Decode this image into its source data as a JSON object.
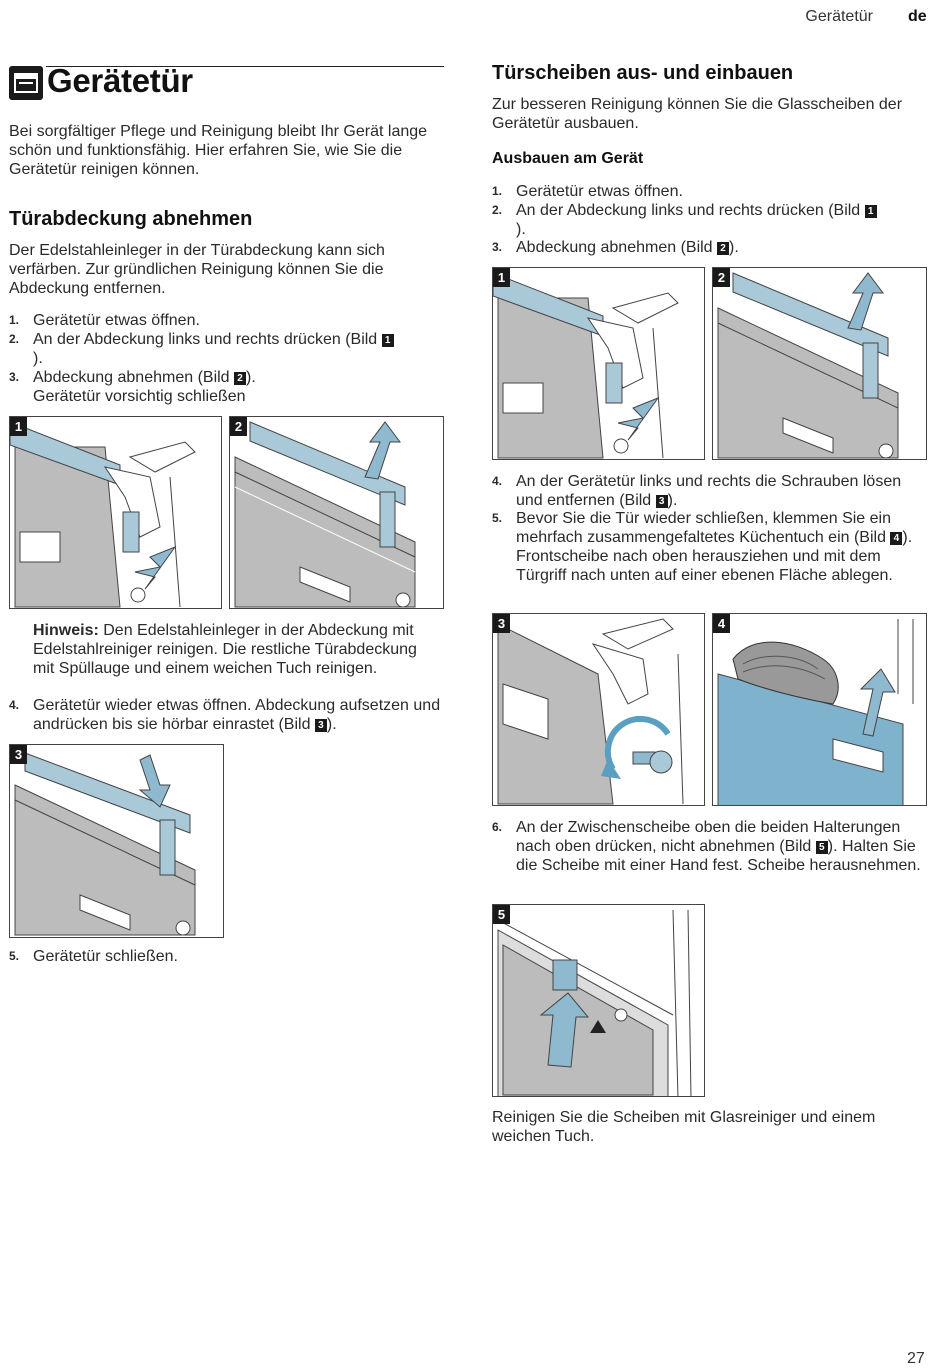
{
  "header": {
    "title": "Gerätetür",
    "lang": "de"
  },
  "page_number": "27",
  "left": {
    "section_icon": "oven-door-icon",
    "title": "Gerätetür",
    "intro": "Bei sorgfältiger Pflege und Reinigung bleibt Ihr Gerät lange schön und funktionsfähig. Hier erfahren Sie, wie Sie die Gerätetür reinigen können.",
    "subsection_title": "Türabdeckung abnehmen",
    "subsection_intro": "Der Edelstahleinleger in der Türabdeckung kann sich verfärben. Zur gründlichen Reinigung können Sie die Abdeckung entfernen.",
    "steps_a": [
      {
        "num": "1.",
        "text": "Gerätetür etwas öffnen."
      },
      {
        "num": "2.",
        "pre": "An der Abdeckung links und rechts drücken (Bild ",
        "ref": "1",
        "post": ")."
      },
      {
        "num": "3.",
        "pre": "Abdeckung abnehmen (Bild ",
        "ref": "2",
        "post": ").",
        "extra": "Gerätetür vorsichtig schließen"
      }
    ],
    "figures_a": [
      "1",
      "2"
    ],
    "note_label": "Hinweis:",
    "note_text": " Den Edelstahleinleger in der Abdeckung mit Edelstahlreiniger reinigen. Die restliche Türabdeckung mit Spüllauge und einem weichen Tuch reinigen.",
    "step4": {
      "num": "4.",
      "pre": "Gerätetür wieder etwas öffnen. Abdeckung aufsetzen und andrücken bis sie hörbar einrastet (Bild ",
      "ref": "3",
      "post": ")."
    },
    "figure_b": "3",
    "step5": {
      "num": "5.",
      "text": "Gerätetür schließen."
    }
  },
  "right": {
    "title": "Türscheiben aus- und einbauen",
    "intro": "Zur besseren Reinigung können Sie die Glasscheiben der Gerätetür ausbauen.",
    "subtitle": "Ausbauen am Gerät",
    "steps_a": [
      {
        "num": "1.",
        "text": "Gerätetür etwas öffnen."
      },
      {
        "num": "2.",
        "pre": "An der Abdeckung links und rechts drücken (Bild ",
        "ref": "1",
        "post": ")."
      },
      {
        "num": "3.",
        "pre": "Abdeckung abnehmen (Bild ",
        "ref": "2",
        "post": ")."
      }
    ],
    "figures_a": [
      "1",
      "2"
    ],
    "step4": {
      "num": "4.",
      "pre": "An der Gerätetür links und rechts die Schrauben lösen und entfernen (Bild ",
      "ref": "3",
      "post": ")."
    },
    "step5": {
      "num": "5.",
      "pre": "Bevor Sie die Tür wieder schließen, klemmen Sie ein mehrfach zusammengefaltetes Küchentuch ein (Bild ",
      "ref": "4",
      "post": ").",
      "extra": "Frontscheibe nach oben herausziehen und mit dem Türgriff nach unten auf einer ebenen Fläche ablegen."
    },
    "figures_b": [
      "3",
      "4"
    ],
    "step6": {
      "num": "6.",
      "pre": "An der Zwischenscheibe oben die beiden Halterungen nach oben drücken, nicht abnehmen (Bild ",
      "ref": "5",
      "post": "). Halten Sie die Scheibe mit einer Hand fest. Scheibe herausnehmen."
    },
    "figure_c": "5",
    "outro": "Reinigen Sie die Scheiben mit Glasreiniger und einem weichen Tuch."
  }
}
